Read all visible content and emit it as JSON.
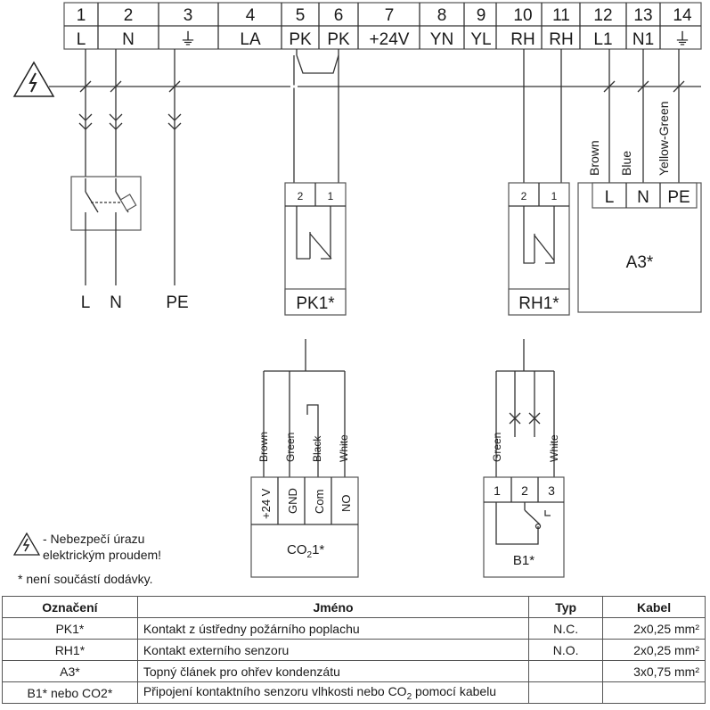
{
  "terminals": [
    {
      "num": "1",
      "label": "L"
    },
    {
      "num": "2",
      "label": "N"
    },
    {
      "num": "3",
      "label": "⏚"
    },
    {
      "num": "4",
      "label": "LA"
    },
    {
      "num": "5",
      "label": "PK"
    },
    {
      "num": "6",
      "label": "PK"
    },
    {
      "num": "7",
      "label": "+24V"
    },
    {
      "num": "8",
      "label": "YN"
    },
    {
      "num": "9",
      "label": "YL"
    },
    {
      "num": "10",
      "label": "RH"
    },
    {
      "num": "11",
      "label": "RH"
    },
    {
      "num": "12",
      "label": "L1"
    },
    {
      "num": "13",
      "label": "N1"
    },
    {
      "num": "14",
      "label": "⏚"
    }
  ],
  "supply": {
    "l": "L",
    "n": "N",
    "pe": "PE"
  },
  "pk1": {
    "pin2": "2",
    "pin1": "1",
    "name": "PK1*"
  },
  "rh1": {
    "pin2": "2",
    "pin1": "1",
    "name": "RH1*"
  },
  "a3": {
    "wires": [
      "Brown",
      "Blue",
      "Yellow-Green"
    ],
    "pins": [
      "L",
      "N",
      "PE"
    ],
    "name": "A3*"
  },
  "co2": {
    "wires": [
      "Brown",
      "Green",
      "Black",
      "White"
    ],
    "pins": [
      "+24 V",
      "GND",
      "Com",
      "NO"
    ],
    "name_main": "CO",
    "name_sub": "2",
    "name_suffix": "1*"
  },
  "b1": {
    "wires": [
      "Green",
      "White"
    ],
    "pins": [
      "1",
      "2",
      "3"
    ],
    "name": "B1*"
  },
  "legend": {
    "hazard_line1": "- Nebezpečí úrazu",
    "hazard_line2": "elektrickým proudem!",
    "not_included": "* není součástí dodávky."
  },
  "table": {
    "headers": [
      "Označení",
      "Jméno",
      "Typ",
      "Kabel"
    ],
    "rows": [
      {
        "id": "PK1*",
        "name": "Kontakt z ústředny požárního poplachu",
        "type": "N.C.",
        "cable": "2x0,25 mm²"
      },
      {
        "id": "RH1*",
        "name": "Kontakt externího senzoru",
        "type": "N.O.",
        "cable": "2x0,25 mm²"
      },
      {
        "id": "A3*",
        "name": "Topný článek pro ohřev kondenzátu",
        "type": "",
        "cable": "3x0,75 mm²"
      },
      {
        "id": "B1* nebo CO2*",
        "name_pre": "Připojení kontaktního senzoru vlhkosti nebo CO",
        "name_sub": "2",
        "name_post": " pomocí kabelu",
        "type": "",
        "cable": ""
      }
    ]
  }
}
